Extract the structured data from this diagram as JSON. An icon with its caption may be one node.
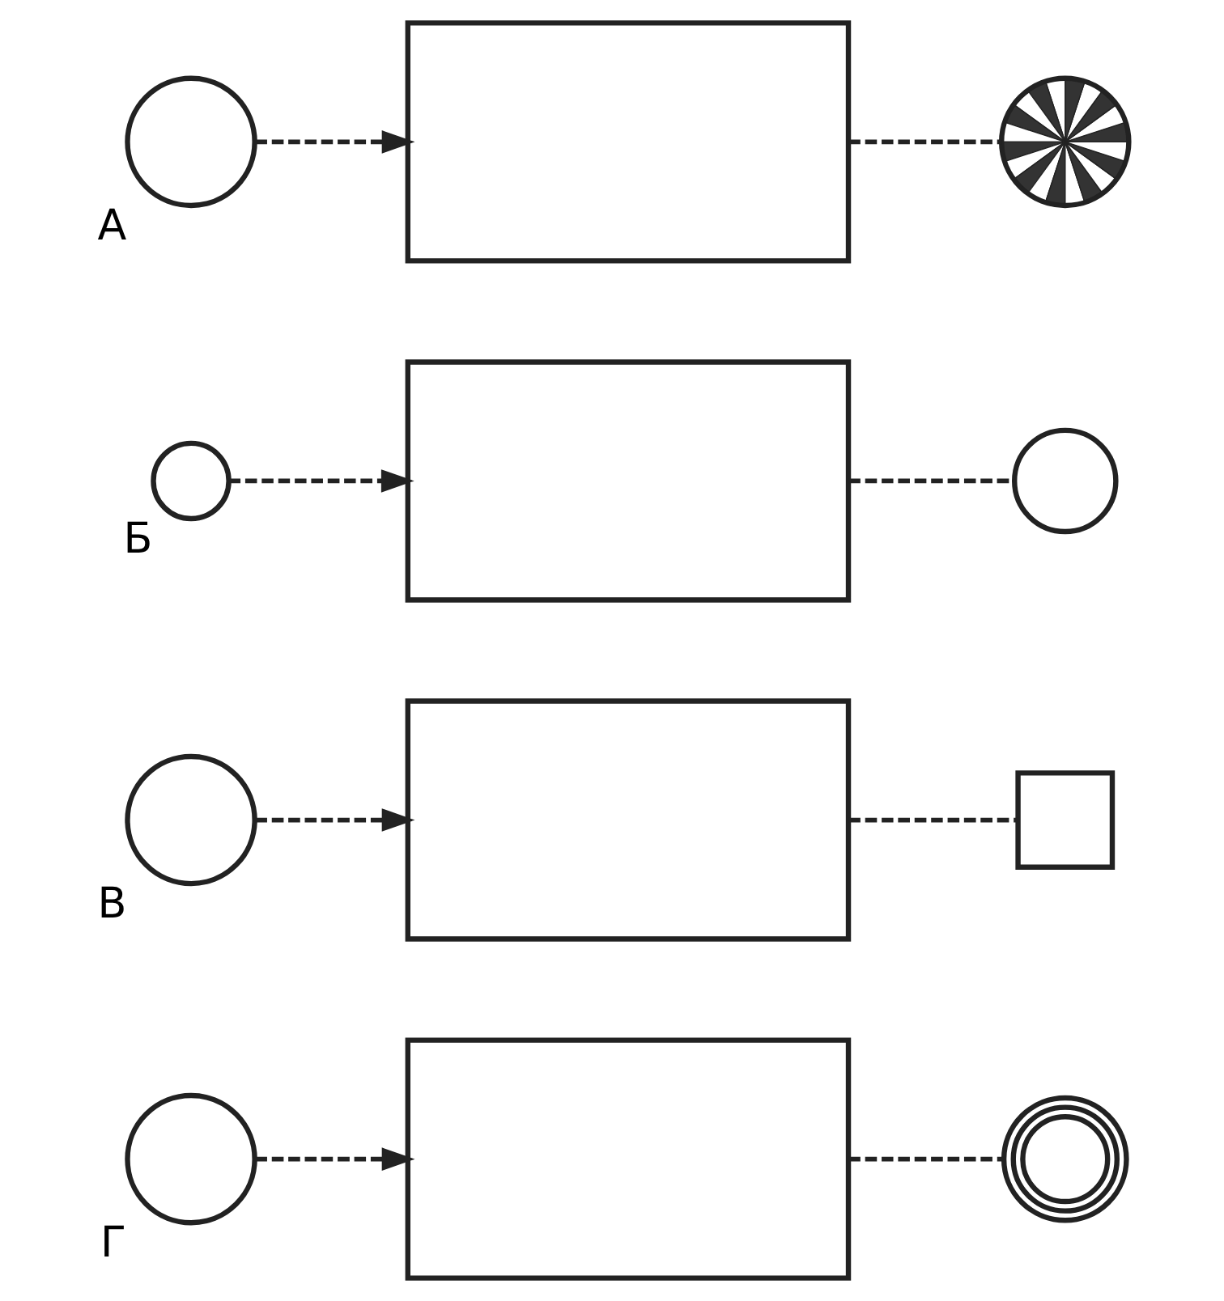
{
  "diagram": {
    "nodes": [
      {
        "text": [],
        "shape": "circle",
        "beside": [
          "А"
        ]
      },
      {
        "text": [],
        "shape": "box"
      },
      {
        "text": [],
        "shape": "circle"
      },
      {
        "text": [],
        "shape": "circle",
        "beside": [
          "Б"
        ]
      },
      {
        "text": [],
        "shape": "box"
      },
      {
        "text": [],
        "shape": "circle"
      },
      {
        "text": [],
        "shape": "circle",
        "beside": [
          "В"
        ]
      },
      {
        "text": [],
        "shape": "box"
      },
      {
        "text": [],
        "shape": "box"
      },
      {
        "text": [],
        "shape": "circle",
        "beside": [
          "Г"
        ]
      },
      {
        "text": [],
        "shape": "box"
      },
      {
        "text": [],
        "shape": "circles"
      }
    ],
    "edges": [
      {
        "from": 0,
        "to": 1,
        "arrow": "to",
        "style": "dashed"
      },
      {
        "from": 1,
        "to": 2,
        "arrow": "none",
        "style": "dashed"
      },
      {
        "from": 3,
        "to": 4,
        "arrow": "to",
        "style": "dashed"
      },
      {
        "from": 4,
        "to": 5,
        "arrow": "none",
        "style": "dashed"
      },
      {
        "from": 6,
        "to": 7,
        "arrow": "to",
        "style": "dashed"
      },
      {
        "from": 7,
        "to": 8,
        "arrow": "none",
        "style": "dashed"
      },
      {
        "from": 9,
        "to": 10,
        "arrow": "to",
        "style": "dashed"
      },
      {
        "from": 10,
        "to": 11,
        "arrow": "none",
        "style": "dashed"
      }
    ]
  }
}
